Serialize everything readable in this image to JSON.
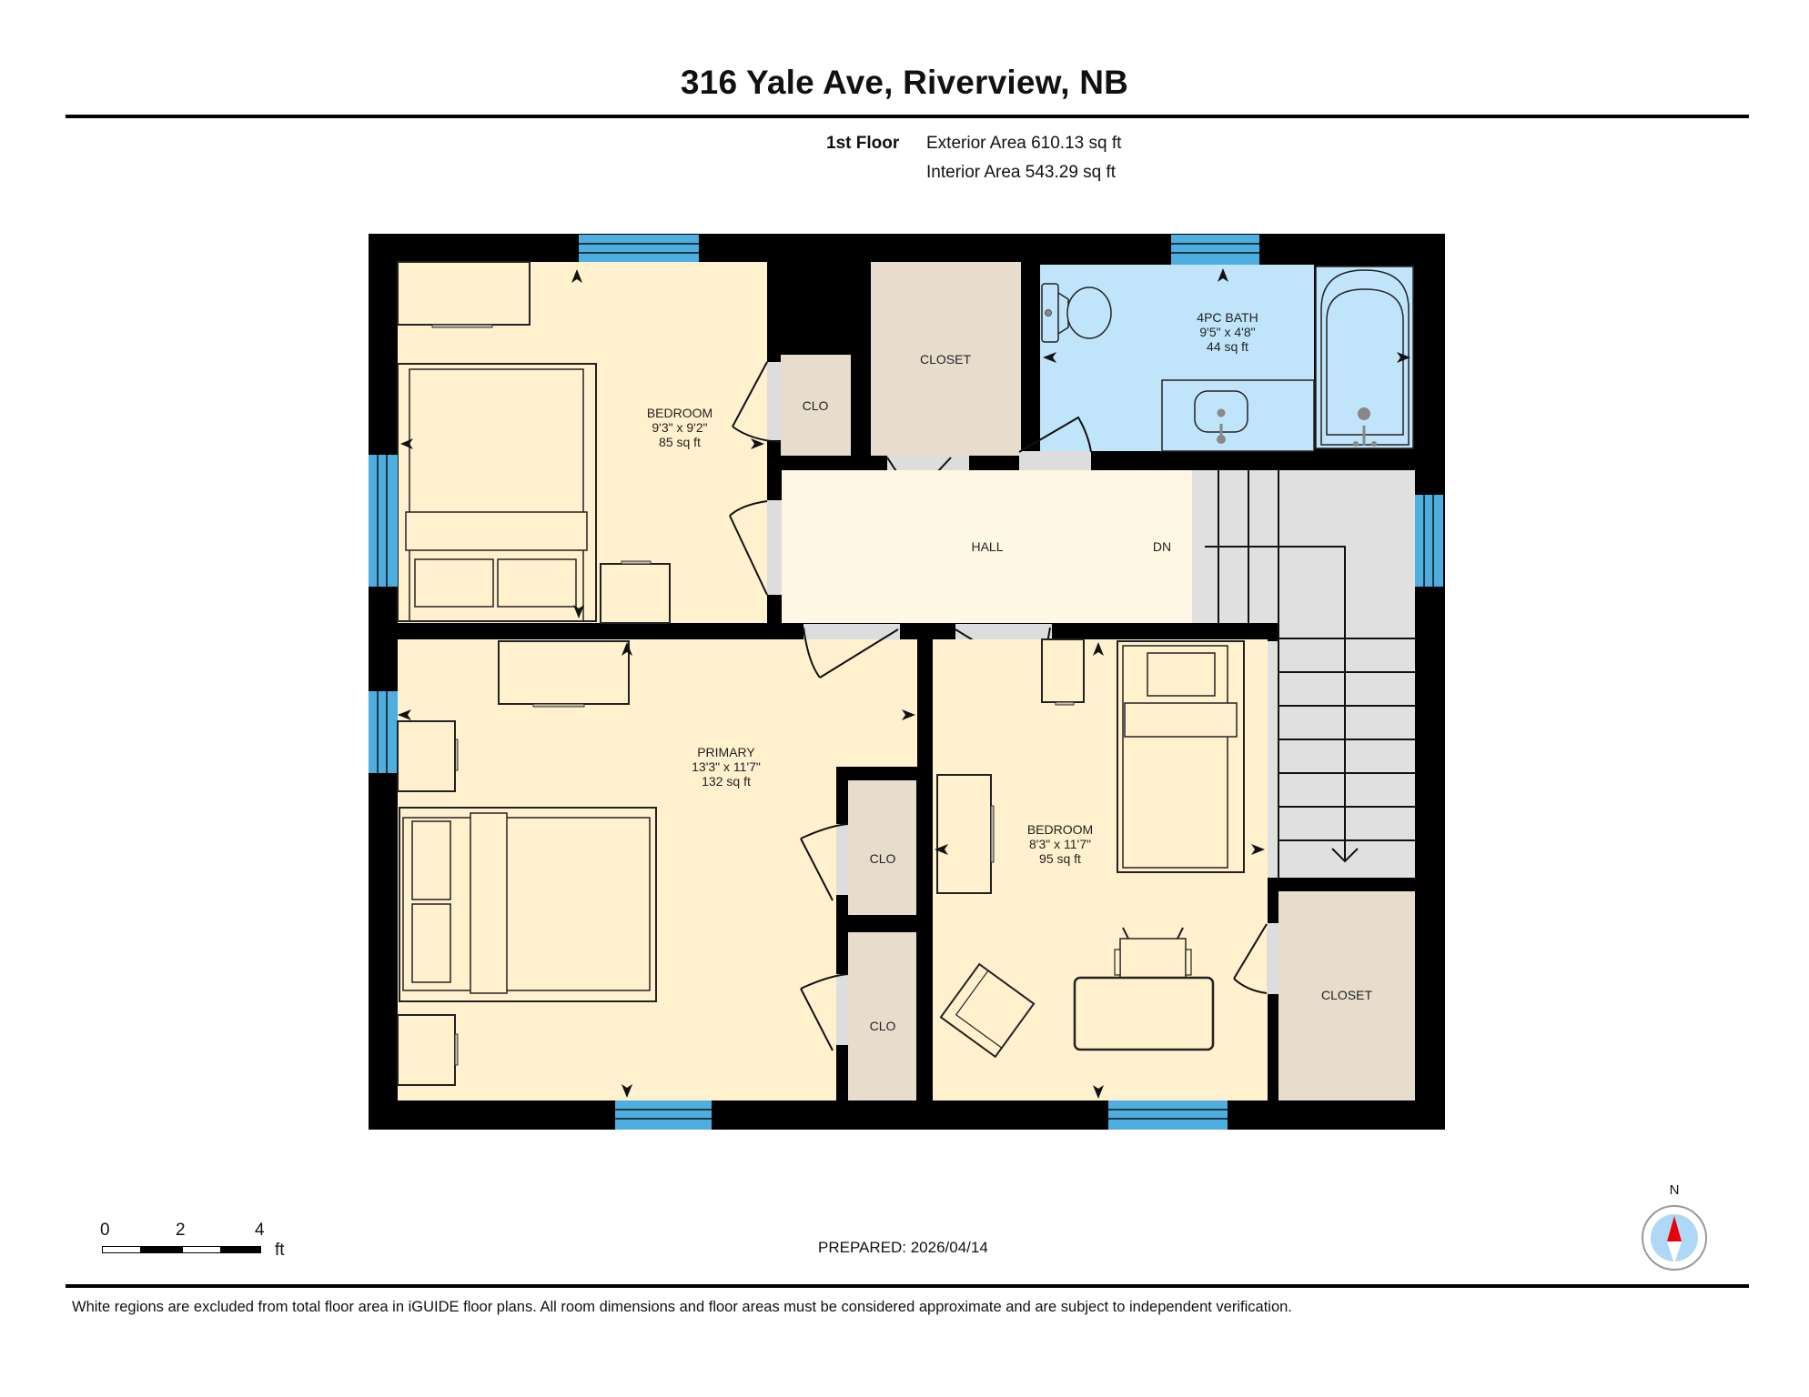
{
  "header": {
    "title": "316 Yale Ave, Riverview, NB",
    "floor_label": "1st Floor",
    "exterior_area": "Exterior Area 610.13 sq ft",
    "interior_area": "Interior Area 543.29 sq ft"
  },
  "rooms": {
    "bedroom1": {
      "name": "BEDROOM",
      "dims": "9'3\" x 9'2\"",
      "area": "85 sq ft"
    },
    "clo_small": {
      "name": "CLO"
    },
    "closet_top": {
      "name": "CLOSET"
    },
    "bath": {
      "name": "4PC BATH",
      "dims": "9'5\" x 4'8\"",
      "area": "44 sq ft"
    },
    "hall": {
      "name": "HALL"
    },
    "stairs": {
      "label": "DN"
    },
    "primary": {
      "name": "PRIMARY",
      "dims": "13'3\" x 11'7\"",
      "area": "132 sq ft"
    },
    "primary_clo1": {
      "name": "CLO"
    },
    "primary_clo2": {
      "name": "CLO"
    },
    "bedroom2": {
      "name": "BEDROOM",
      "dims": "8'3\" x 11'7\"",
      "area": "95 sq ft"
    },
    "closet_bottom": {
      "name": "CLOSET"
    }
  },
  "colors": {
    "wall": "#000000",
    "bedroom_fill": "#FFF1CE",
    "hall_fill": "#FFF7E3",
    "closet_fill": "#E8DDCC",
    "bath_fill": "#C0E4FA",
    "stair_fill": "#E0E0E0",
    "window": "#4FAEE0",
    "door_opening": "#DDDDDD",
    "compass_red": "#E8000B",
    "compass_blue": "#AED8F5"
  },
  "scale_bar": {
    "ticks": [
      "0",
      "2",
      "4"
    ],
    "unit": "ft"
  },
  "footer": {
    "prepared": "PREPARED: 2026/04/14",
    "compass_label": "N",
    "disclaimer": "White regions are excluded from total floor area in iGUIDE floor plans. All room dimensions and floor areas must be considered approximate and are subject to independent verification."
  }
}
